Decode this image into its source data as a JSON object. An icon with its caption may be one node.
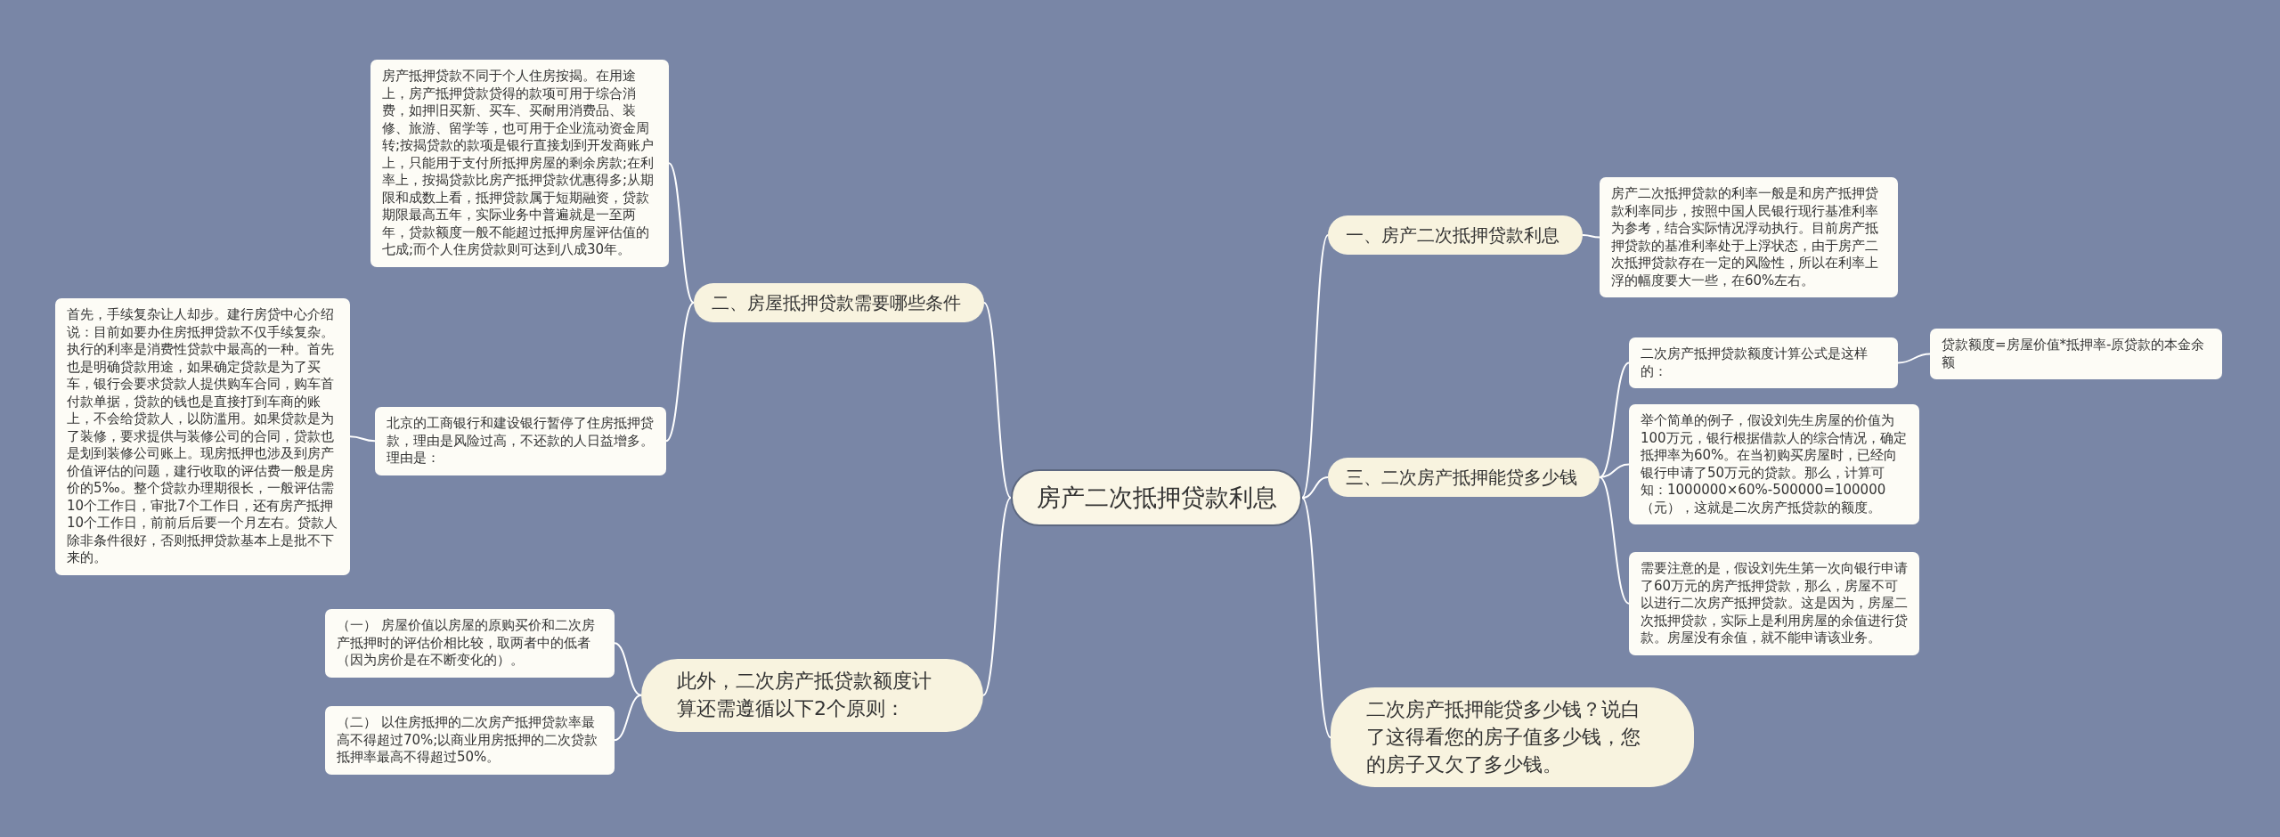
{
  "diagram": {
    "nodes": [
      {
        "text": [
          "房产二次抵押贷款利息"
        ]
      },
      {
        "text": [
          "一、房产二次抵押贷款利息"
        ]
      },
      {
        "text": [
          "房产二次抵押贷款的利率一般是和房产抵押贷款利率同步，按照中国人民银行现行基准利率为参考，结合实际情况浮动执行。目前房产抵押贷款的基准利率处于上浮状态，由于房产二次抵押贷款存在一定的风险性，所以在利率上浮的幅度要大一些，在60%左右。"
        ]
      },
      {
        "text": [
          "三、二次房产抵押能贷多少钱"
        ]
      },
      {
        "text": [
          "二次房产抵押贷款额度计算公式是这样的："
        ]
      },
      {
        "text": [
          "贷款额度=房屋价值*抵押率-原贷款的本金余额"
        ]
      },
      {
        "text": [
          "举个简单的例子，假设刘先生房屋的价值为100万元，银行根据借款人的综合情况，确定抵押率为60%。在当初购买房屋时，已经向银行申请了50万元的贷款。那么，计算可知：1000000×60%-500000=100000（元），这就是二次房产抵贷款的额度。"
        ]
      },
      {
        "text": [
          "需要注意的是，假设刘先生第一次向银行申请了60万元的房产抵押贷款，那么，房屋不可以进行二次房产抵押贷款。这是因为，房屋二次抵押贷款，实际上是利用房屋的余值进行贷款。房屋没有余值，就不能申请该业务。"
        ]
      },
      {
        "text": [
          "二次房产抵押能贷多少钱？说白了这得看您的房子值多少钱，您的房子又欠了多少钱。"
        ]
      },
      {
        "text": [
          "二、房屋抵押贷款需要哪些条件"
        ]
      },
      {
        "text": [
          "房产抵押贷款不同于个人住房按揭。在用途上，房产抵押贷款贷得的款项可用于综合消费，如押旧买新、买车、买耐用消费品、装修、旅游、留学等，也可用于企业流动资金周转;按揭贷款的款项是银行直接划到开发商账户上，只能用于支付所抵押房屋的剩余房款;在利率上，按揭贷款比房产抵押贷款优惠得多;从期限和成数上看，抵押贷款属于短期融资，贷款期限最高五年，实际业务中普遍就是一至两年，贷款额度一般不能超过抵押房屋评估值的七成;而个人住房贷款则可达到八成30年。"
        ]
      },
      {
        "text": [
          "北京的工商银行和建设银行暂停了住房抵押贷款，理由是风险过高，不还款的人日益增多。理由是："
        ]
      },
      {
        "text": [
          "首先，手续复杂让人却步。建行房贷中心介绍说：目前如要办住房抵押贷款不仅手续复杂。执行的利率是消费性贷款中最高的一种。首先也是明确贷款用途，如果确定贷款是为了买车，银行会要求贷款人提供购车合同，购车首付款单据，贷款的钱也是直接打到车商的账上，不会给贷款人，以防滥用。如果贷款是为了装修，要求提供与装修公司的合同，贷款也是划到装修公司账上。现房抵押也涉及到房产价值评估的问题，建行收取的评估费一般是房价的5‰。整个贷款办理期很长，一般评估需10个工作日，审批7个工作日，还有房产抵押10个工作日，前前后后要一个月左右。贷款人除非条件很好，否则抵押贷款基本上是批不下来的。"
        ]
      },
      {
        "text": [
          "此外，二次房产抵贷款额度计算还需遵循以下2个原则："
        ]
      },
      {
        "text": [
          "（一） 房屋价值以房屋的原购买价和二次房产抵押时的评估价相比较，取两者中的低者（因为房价是在不断变化的）。"
        ]
      },
      {
        "text": [
          "（二） 以住房抵押的二次房产抵押贷款率最高不得超过70%;以商业用房抵押的二次贷款抵押率最高不得超过50%。"
        ]
      }
    ],
    "edges": [
      {
        "from": 0,
        "to": 1,
        "arrow": "none"
      },
      {
        "from": 1,
        "to": 2,
        "arrow": "none"
      },
      {
        "from": 0,
        "to": 3,
        "arrow": "none"
      },
      {
        "from": 3,
        "to": 4,
        "arrow": "none"
      },
      {
        "from": 4,
        "to": 5,
        "arrow": "none"
      },
      {
        "from": 3,
        "to": 6,
        "arrow": "none"
      },
      {
        "from": 3,
        "to": 7,
        "arrow": "none"
      },
      {
        "from": 0,
        "to": 8,
        "arrow": "none"
      },
      {
        "from": 0,
        "to": 9,
        "arrow": "none"
      },
      {
        "from": 9,
        "to": 10,
        "arrow": "none"
      },
      {
        "from": 9,
        "to": 11,
        "arrow": "none"
      },
      {
        "from": 11,
        "to": 12,
        "arrow": "none"
      },
      {
        "from": 0,
        "to": 13,
        "arrow": "none"
      },
      {
        "from": 13,
        "to": 14,
        "arrow": "none"
      },
      {
        "from": 13,
        "to": 15,
        "arrow": "none"
      }
    ]
  }
}
